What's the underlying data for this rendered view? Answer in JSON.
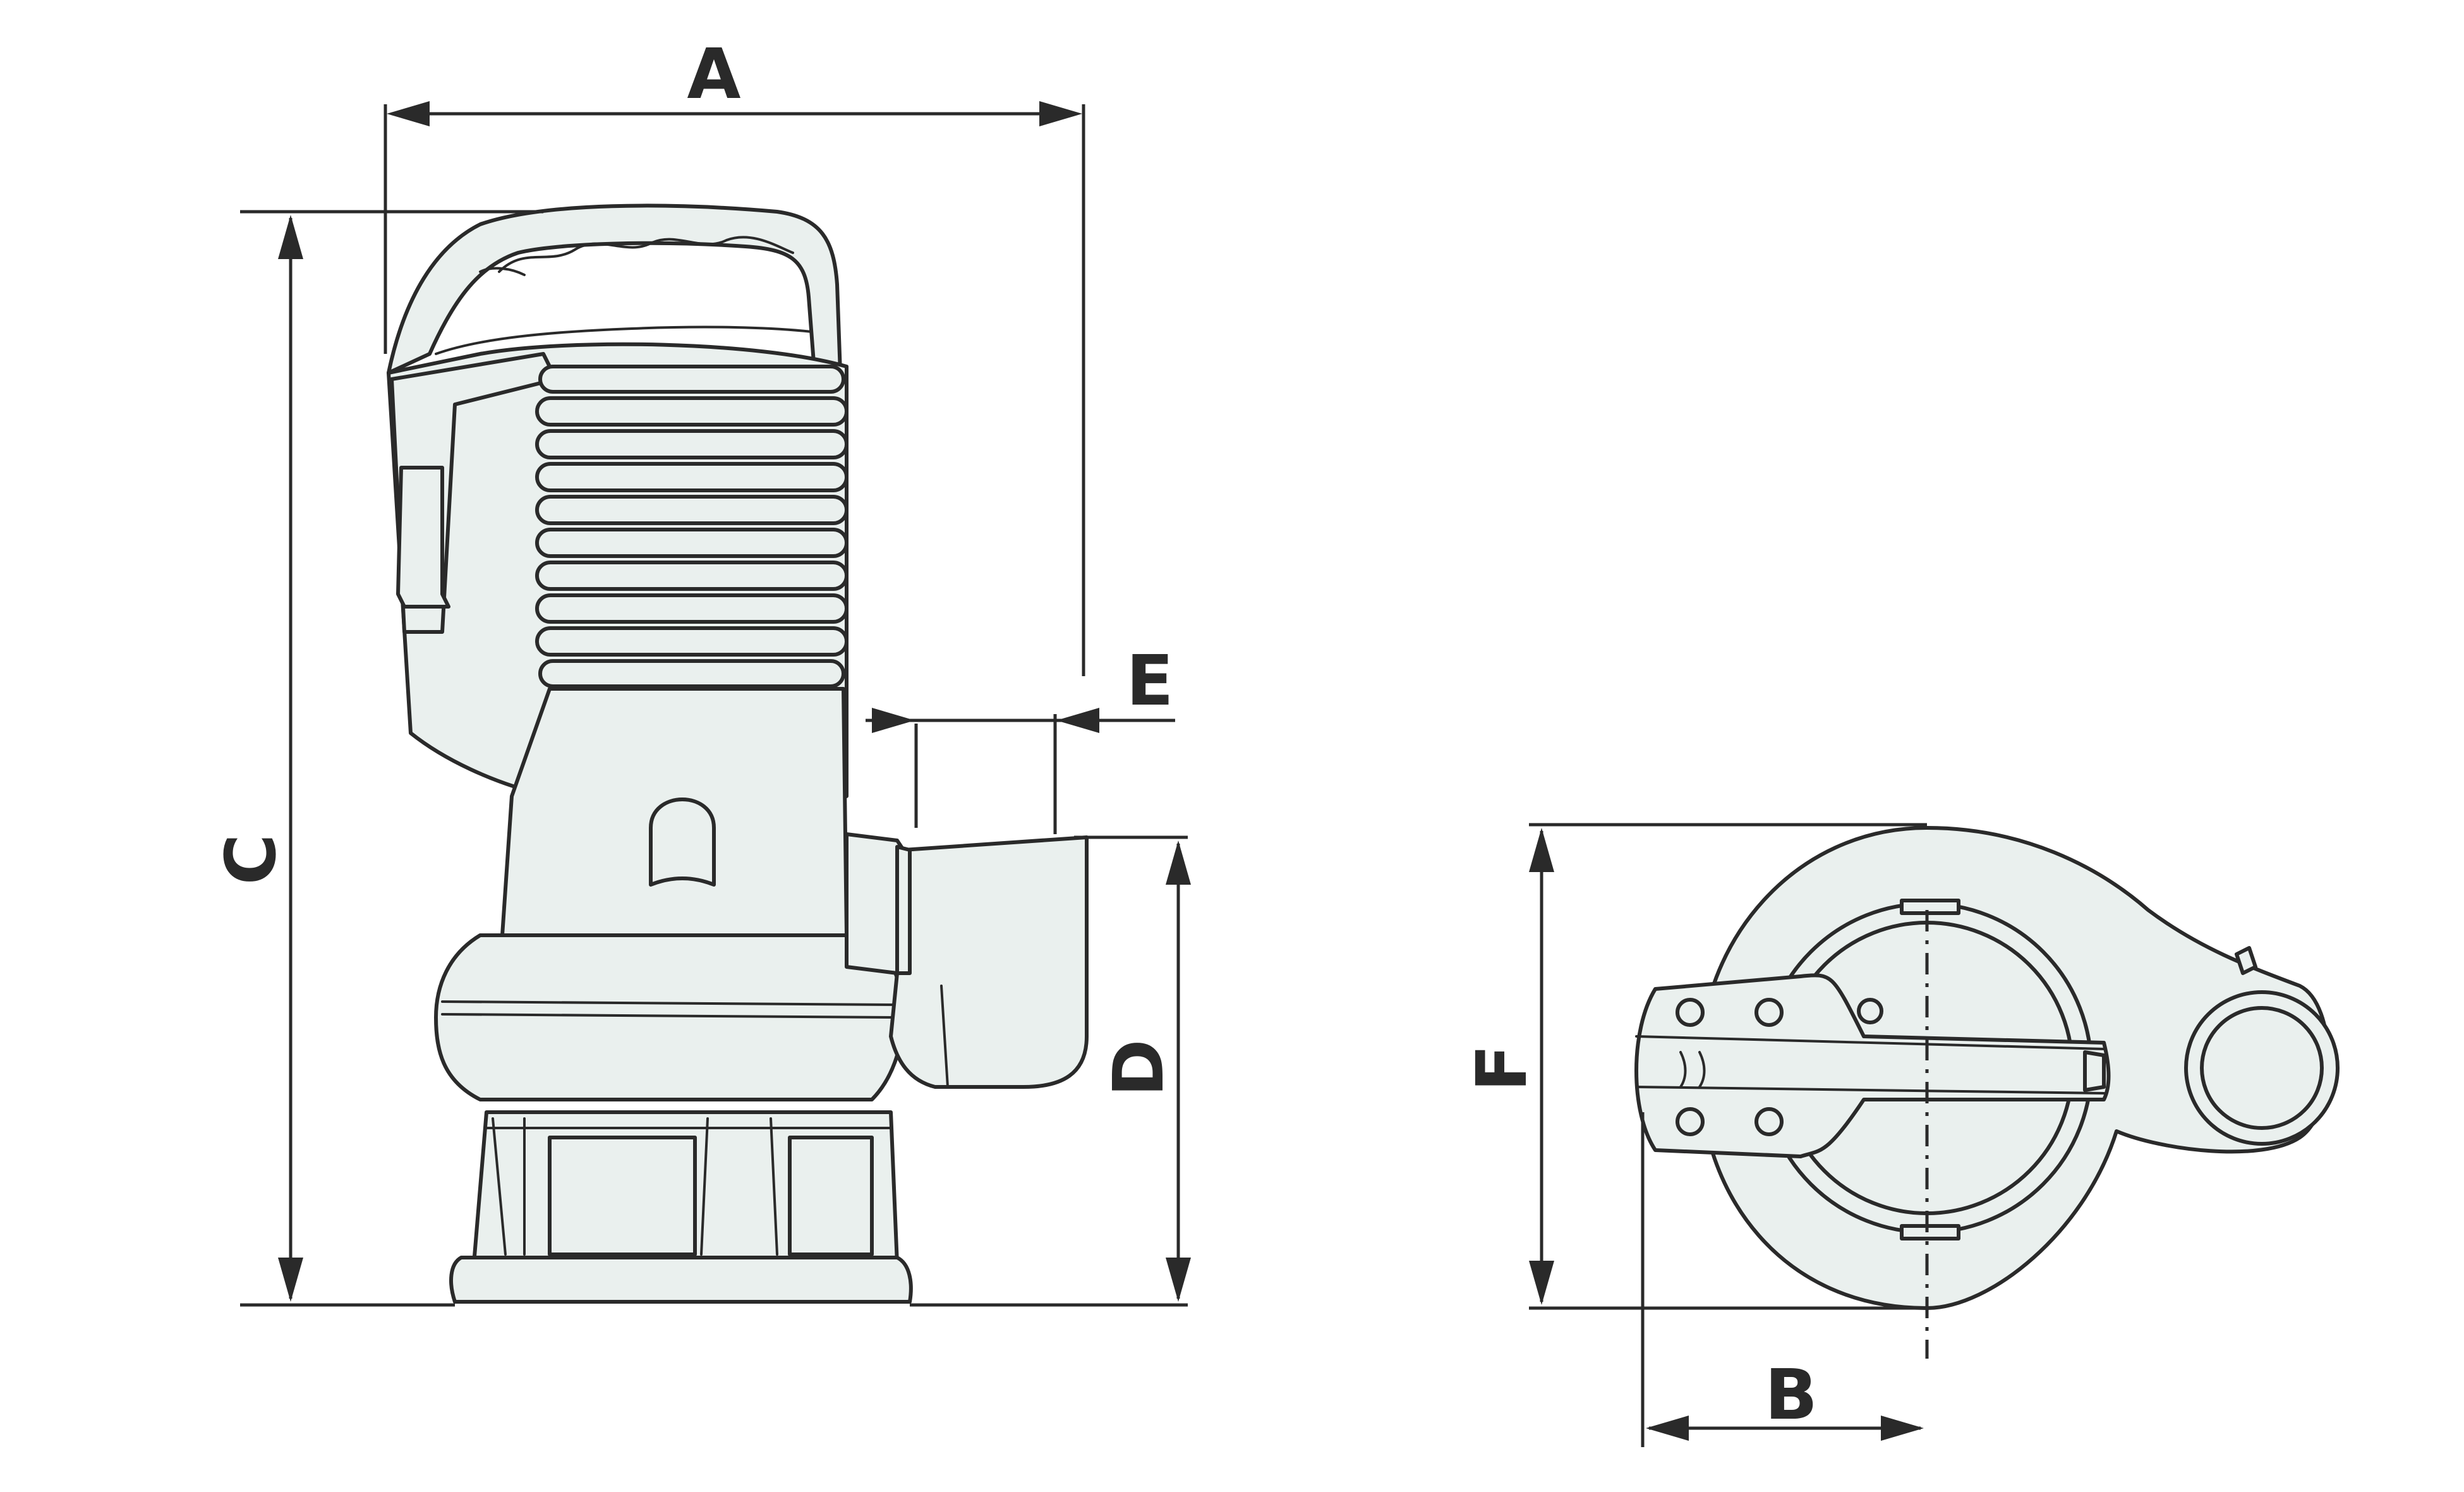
{
  "labels": {
    "a": "A",
    "b": "B",
    "c": "C",
    "d": "D",
    "e": "E",
    "f": "F"
  },
  "colors": {
    "line": "#2a2a2a",
    "fill": "#eaf0ee",
    "background": "#ffffff"
  }
}
